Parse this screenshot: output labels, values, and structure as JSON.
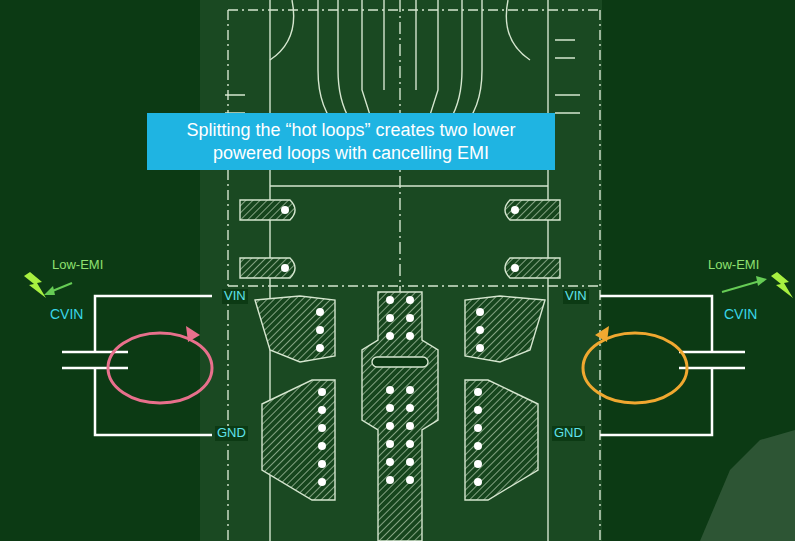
{
  "diagram": {
    "nodes": [
      {
        "text": [
          "Splitting the “hot loops” creates two lower powered loops with cancelling EMI"
        ]
      }
    ],
    "labels": [
      "Low-EMI",
      "Low-EMI",
      "CVIN",
      "VIN",
      "VIN",
      "CVIN",
      "GND",
      "GND"
    ]
  }
}
